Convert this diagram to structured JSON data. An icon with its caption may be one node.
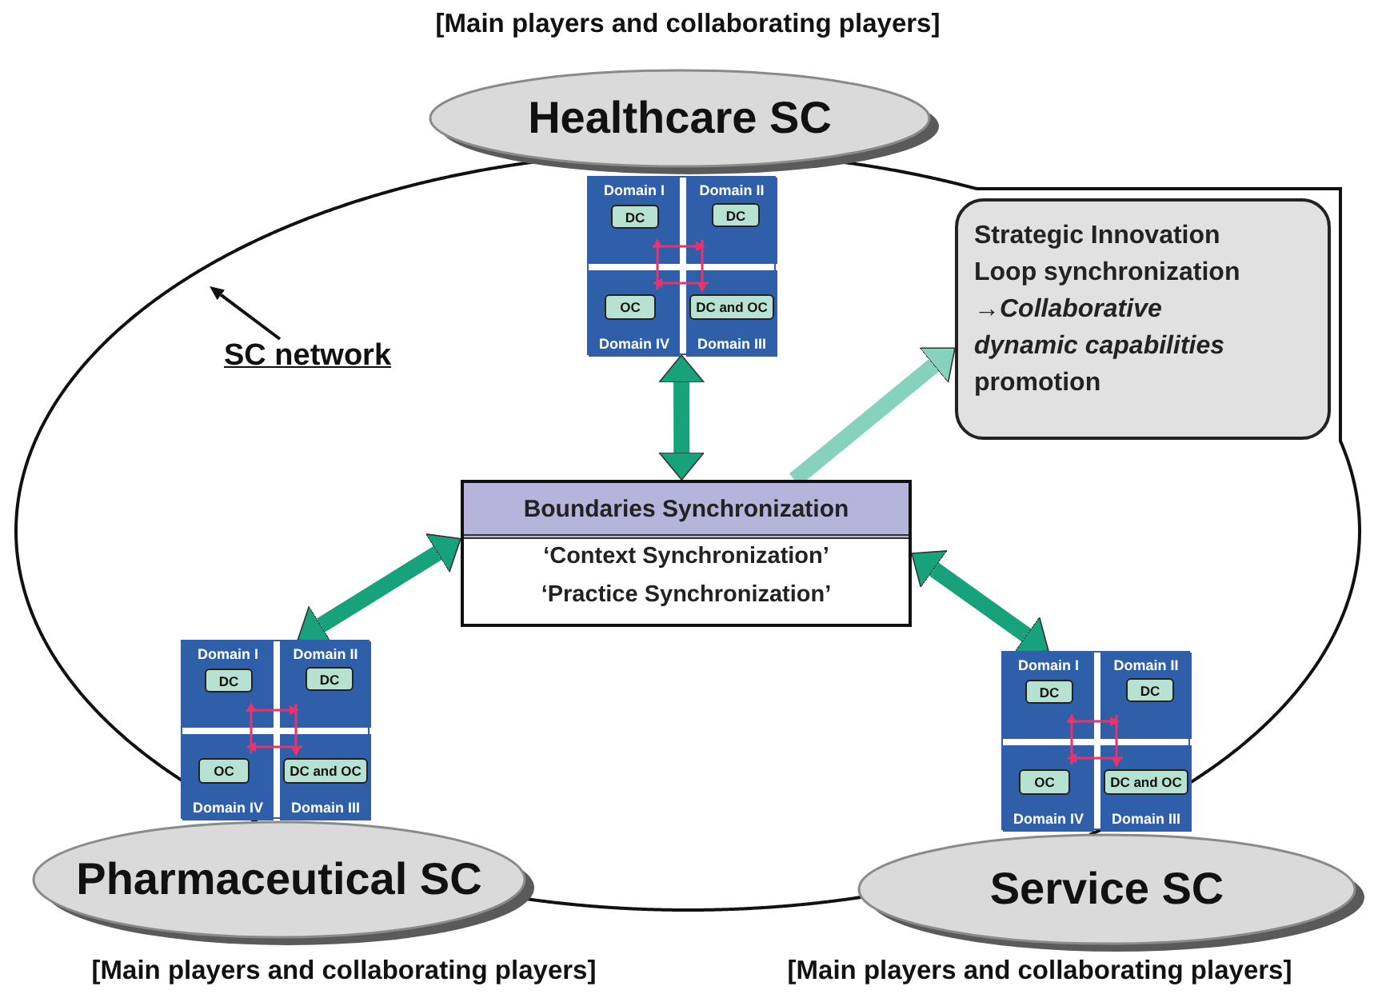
{
  "diagram": {
    "nodes": [
      {
        "text": [
          "Healthcare SC"
        ],
        "beside": [
          "[Main players and collaborating players]"
        ]
      },
      {
        "text": [],
        "shape": "box"
      },
      {
        "text": [
          "Domain I"
        ],
        "in": 1
      },
      {
        "text": [
          "DC"
        ],
        "in": 2
      },
      {
        "text": [
          "Domain II"
        ],
        "in": 1
      },
      {
        "text": [
          "DC"
        ],
        "in": 4
      },
      {
        "text": [
          "Domain IV"
        ],
        "in": 1
      },
      {
        "text": [
          "OC"
        ],
        "in": 6
      },
      {
        "text": [
          "Domain III"
        ],
        "in": 1
      },
      {
        "text": [
          "DC and OC"
        ],
        "in": 8
      },
      {
        "text": [
          "Strategic Innovation Loop synchronization →*Collaborative dynamic capabilities* promotion"
        ]
      },
      {
        "text": [
          "SC network"
        ]
      },
      {
        "text": [
          "Boundaries Synchronization",
          "‘Context Synchronization’",
          "‘Practice Synchronization’"
        ]
      },
      {
        "text": [],
        "shape": "box"
      },
      {
        "text": [
          "Domain I"
        ],
        "in": 13
      },
      {
        "text": [
          "DC"
        ],
        "in": 14
      },
      {
        "text": [
          "Domain II"
        ],
        "in": 13
      },
      {
        "text": [
          "DC"
        ],
        "in": 16
      },
      {
        "text": [
          "Domain IV"
        ],
        "in": 13
      },
      {
        "text": [
          "OC"
        ],
        "in": 18
      },
      {
        "text": [
          "Domain III"
        ],
        "in": 13
      },
      {
        "text": [
          "DC and OC"
        ],
        "in": 20
      },
      {
        "text": [],
        "shape": "box"
      },
      {
        "text": [
          "Domain I"
        ],
        "in": 22
      },
      {
        "text": [
          "DC"
        ],
        "in": 23
      },
      {
        "text": [
          "Domain II"
        ],
        "in": 22
      },
      {
        "text": [
          "DC"
        ],
        "in": 25
      },
      {
        "text": [
          "Domain IV"
        ],
        "in": 22
      },
      {
        "text": [
          "OC"
        ],
        "in": 27
      },
      {
        "text": [
          "Domain III"
        ],
        "in": 22
      },
      {
        "text": [
          "DC and OC"
        ],
        "in": 29
      },
      {
        "text": [
          "Pharmaceutical SC"
        ],
        "beside": [
          "[Main players and collaborating players]"
        ]
      },
      {
        "text": [
          "Service SC"
        ],
        "beside": [
          "[Main players and collaborating players]"
        ]
      }
    ],
    "edges": [
      {
        "from": 1,
        "to": 12,
        "arrow": "both",
        "style": "thick",
        "color": "#17a27c"
      },
      {
        "from": 12,
        "to": 10,
        "arrow": "to",
        "style": "thick",
        "color": "#86d2bd"
      },
      {
        "from": 13,
        "to": 12,
        "arrow": "both",
        "style": "thick",
        "color": "#17a27c"
      },
      {
        "from": 12,
        "to": 22,
        "arrow": "both",
        "style": "thick",
        "color": "#17a27c"
      },
      {
        "from": 11,
        "to": null,
        "arrow": "to",
        "color": "#111111"
      },
      {
        "from": 0,
        "to": 32,
        "arrow": "none",
        "color": "#111111"
      },
      {
        "from": 32,
        "to": 31,
        "arrow": "none",
        "color": "#111111"
      },
      {
        "from": 31,
        "to": 0,
        "arrow": "none",
        "color": "#111111"
      },
      {
        "from": 2,
        "to": 4,
        "arrow": "to",
        "color": "#e8336d"
      },
      {
        "from": 4,
        "to": 8,
        "arrow": "to",
        "color": "#e8336d"
      },
      {
        "from": 8,
        "to": 6,
        "arrow": "to",
        "color": "#e8336d"
      },
      {
        "from": 6,
        "to": 2,
        "arrow": "to",
        "color": "#e8336d"
      },
      {
        "from": 14,
        "to": 16,
        "arrow": "to",
        "color": "#e8336d"
      },
      {
        "from": 16,
        "to": 20,
        "arrow": "to",
        "color": "#e8336d"
      },
      {
        "from": 20,
        "to": 18,
        "arrow": "to",
        "color": "#e8336d"
      },
      {
        "from": 18,
        "to": 14,
        "arrow": "to",
        "color": "#e8336d"
      },
      {
        "from": 23,
        "to": 25,
        "arrow": "to",
        "color": "#e8336d"
      },
      {
        "from": 25,
        "to": 29,
        "arrow": "to",
        "color": "#e8336d"
      },
      {
        "from": 29,
        "to": 27,
        "arrow": "to",
        "color": "#e8336d"
      },
      {
        "from": 27,
        "to": 23,
        "arrow": "to",
        "color": "#e8336d"
      }
    ]
  }
}
